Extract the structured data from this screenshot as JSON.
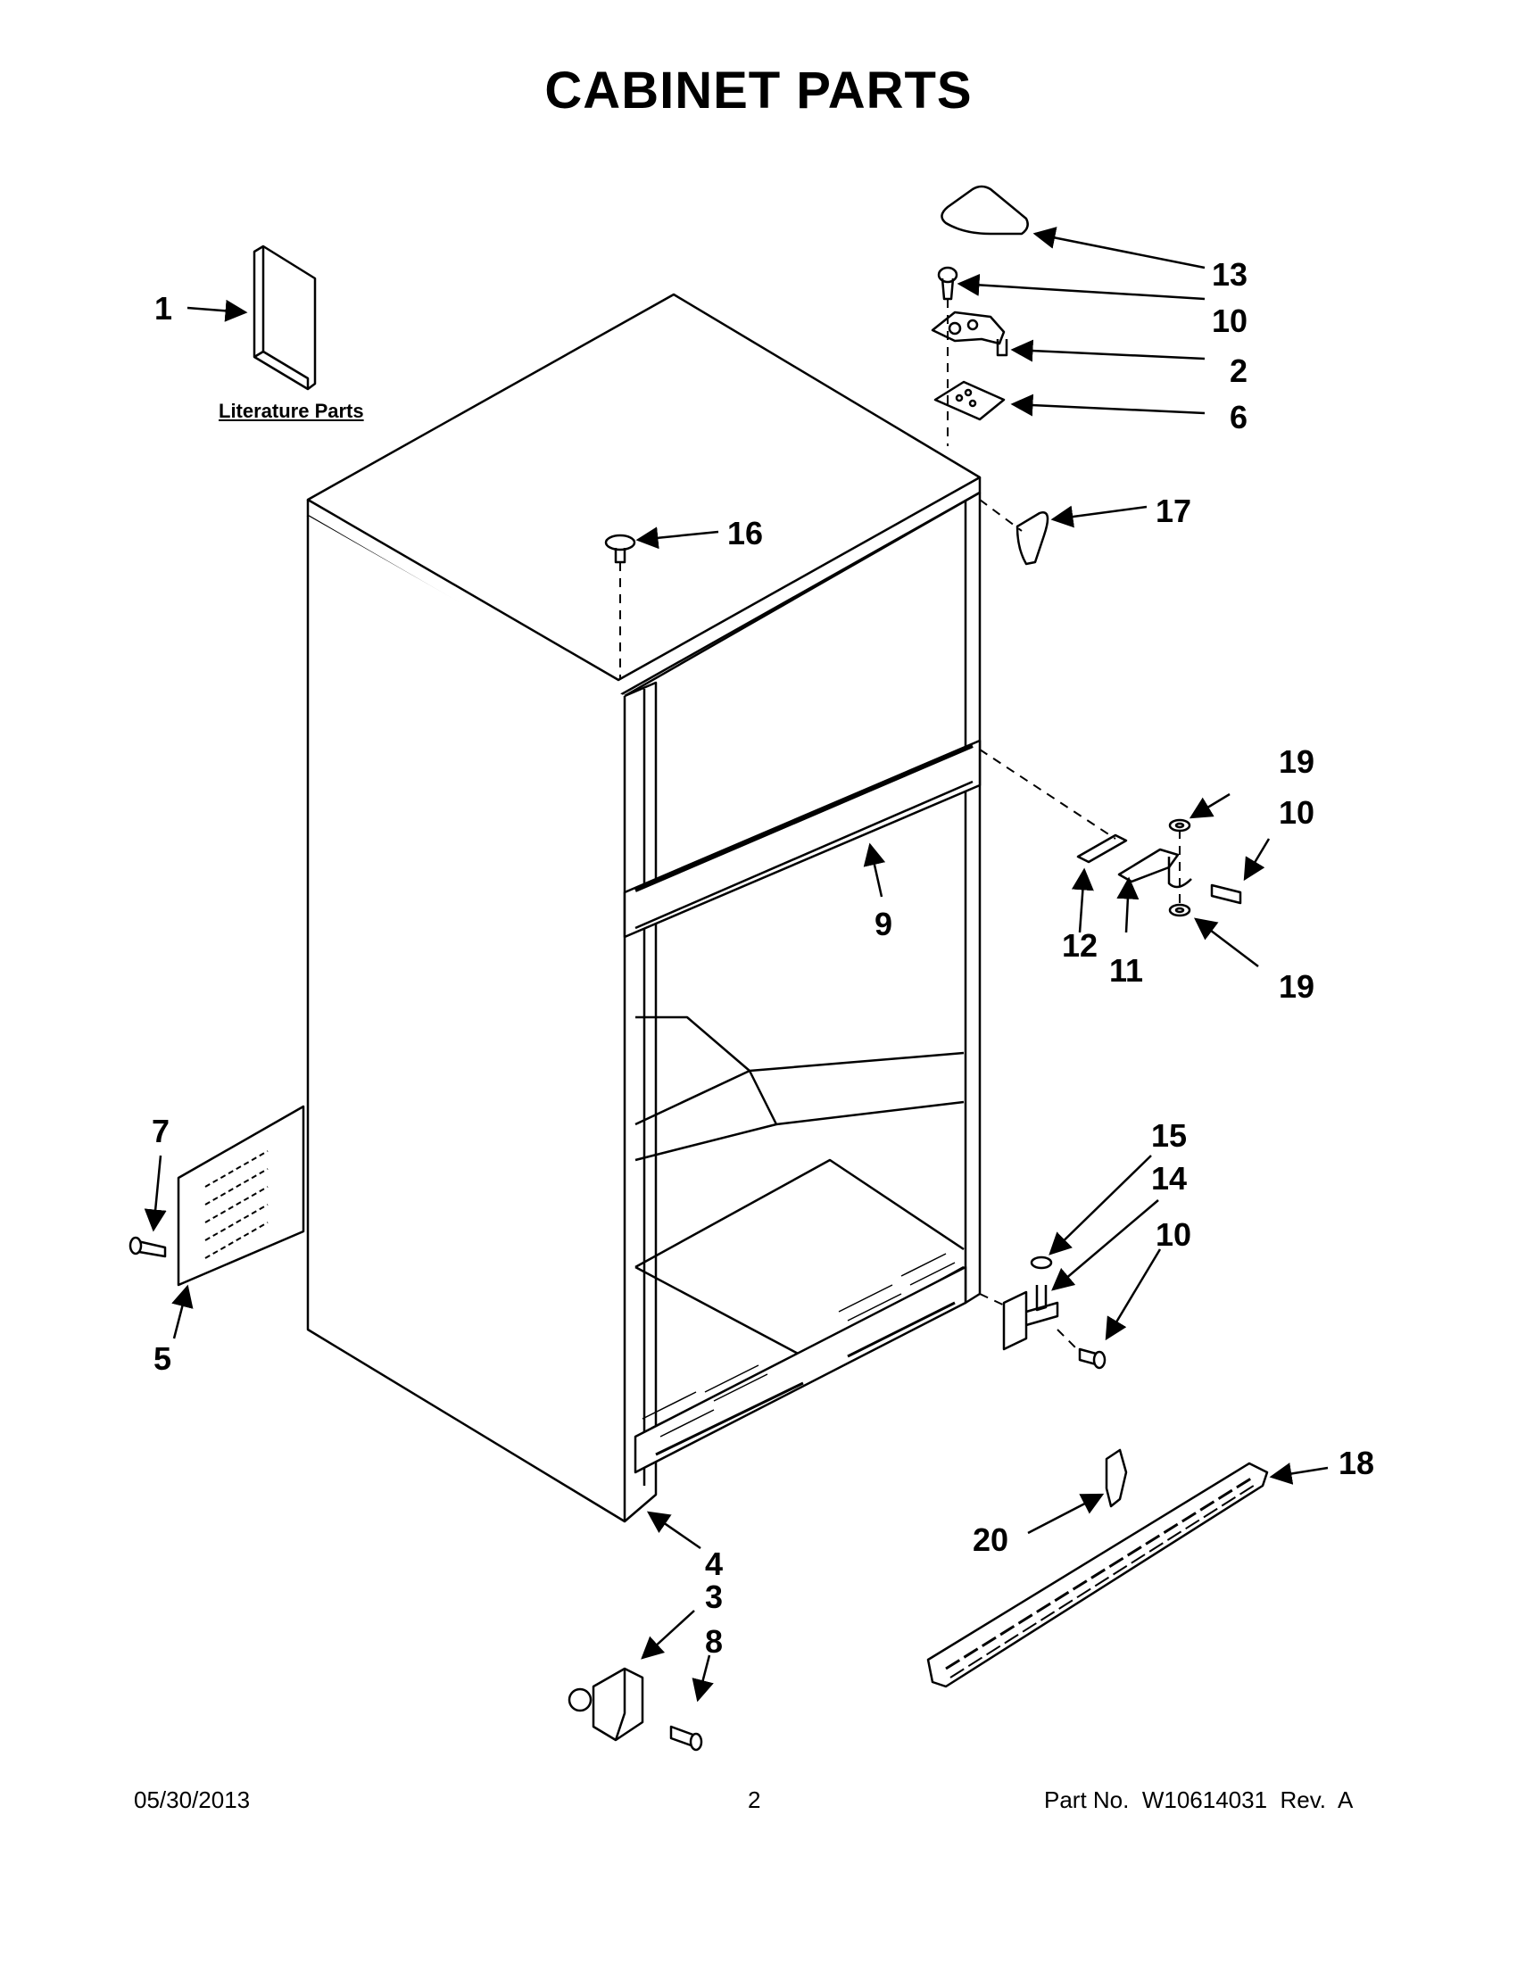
{
  "title": "CABINET PARTS",
  "literature_label": "Literature Parts",
  "footer": {
    "date": "05/30/2013",
    "page": "2",
    "part_no": "Part No.  W10614031  Rev.  A"
  },
  "callouts": [
    {
      "id": "c1",
      "label": "1"
    },
    {
      "id": "c13",
      "label": "13"
    },
    {
      "id": "c10a",
      "label": "10"
    },
    {
      "id": "c2",
      "label": "2"
    },
    {
      "id": "c6",
      "label": "6"
    },
    {
      "id": "c17",
      "label": "17"
    },
    {
      "id": "c16",
      "label": "16"
    },
    {
      "id": "c19a",
      "label": "19"
    },
    {
      "id": "c10b",
      "label": "10"
    },
    {
      "id": "c9",
      "label": "9"
    },
    {
      "id": "c12",
      "label": "12"
    },
    {
      "id": "c11",
      "label": "11"
    },
    {
      "id": "c19b",
      "label": "19"
    },
    {
      "id": "c7",
      "label": "7"
    },
    {
      "id": "c5",
      "label": "5"
    },
    {
      "id": "c15",
      "label": "15"
    },
    {
      "id": "c14",
      "label": "14"
    },
    {
      "id": "c10c",
      "label": "10"
    },
    {
      "id": "c18",
      "label": "18"
    },
    {
      "id": "c20",
      "label": "20"
    },
    {
      "id": "c4",
      "label": "4"
    },
    {
      "id": "c3",
      "label": "3"
    },
    {
      "id": "c8",
      "label": "8"
    }
  ]
}
